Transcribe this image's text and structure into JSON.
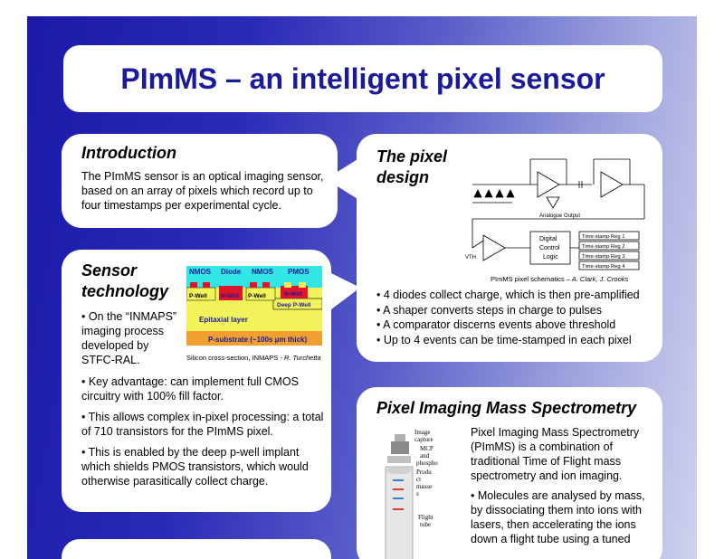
{
  "title": "PImMS – an intelligent pixel sensor",
  "intro": {
    "heading": "Introduction",
    "text": "The PImMS sensor is an optical imaging sensor, based on an array of pixels which record up to four timestamps per experimental cycle."
  },
  "sensor": {
    "heading_line1": "Sensor",
    "heading_line2": "technology",
    "side_text": "• On the “INMAPS” imaging process developed by STFC-RAL.",
    "bullets": [
      "• Key advantage: can implement full CMOS circuitry with 100% fill factor.",
      "• This allows complex in-pixel processing: a total of 710 transistors for the PImMS pixel.",
      "• This is enabled by the deep p-well implant which shields PMOS transistors, which would otherwise parasitically collect charge."
    ],
    "cross_section": {
      "labels_top": [
        "NMOS",
        "Diode",
        "NMOS",
        "PMOS"
      ],
      "pwell": "P-Well",
      "nwell": "N-Well",
      "deep_pwell": "Deep P-Well",
      "epi": "Epitaxial layer",
      "substrate": "P-substrate (~100s μm thick)",
      "caption": "Silicon cross-section, INMAPS",
      "credit": " - R. Turchetta"
    }
  },
  "pixel": {
    "heading_line1": "The pixel",
    "heading_line2": "design",
    "schematic": {
      "analogue_output": "Analogue Output",
      "vth": "VTH",
      "logic_lines": [
        "Digital",
        "Control",
        "Logic"
      ],
      "registers": [
        "Time-stamp Reg 1",
        "Time-stamp Reg 2",
        "Time-stamp Reg 3",
        "Time-stamp Reg 4"
      ],
      "caption": "PImMS pixel schematics",
      "credit": " – A. Clark, J. Crooks"
    },
    "bullets": [
      "• 4 diodes collect charge, which is then pre-amplified",
      "• A shaper converts steps in charge to pulses",
      "• A comparator discerns events above threshold",
      "• Up to 4 events can be time-stamped in each pixel"
    ]
  },
  "pims": {
    "heading": "Pixel Imaging Mass Spectrometry",
    "figure_labels": [
      "Image",
      "capture",
      "MCP",
      "and",
      "phospho",
      "Produ",
      "ct",
      "masse",
      "s",
      "Flight",
      "tube"
    ],
    "paragraphs": [
      "Pixel Imaging Mass Spectrometry (PImMS) is a combination of traditional Time of Flight mass spectrometry and ion imaging.",
      "• Molecules are analysed by mass, by dissociating them into ions with lasers, then accelerating the ions down a flight tube using a tuned"
    ]
  },
  "colors": {
    "title": "#1a1a9a",
    "background_start": "#1b1aa8",
    "background_end": "#cfd2ee"
  }
}
